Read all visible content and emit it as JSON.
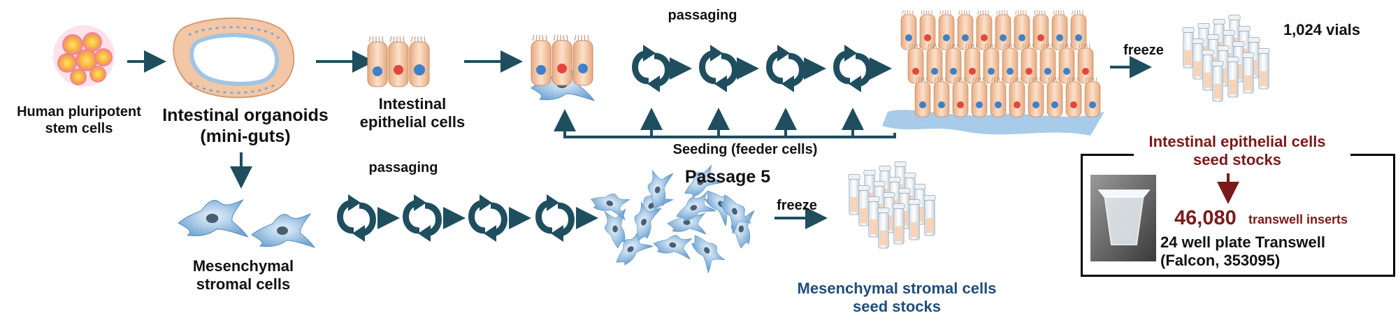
{
  "colors": {
    "arrow": "#1f4e5f",
    "ipsc": "#f4a6b6",
    "cell_body": "#f2c7a3",
    "nucleus_blue": "#3f80c9",
    "nucleus_red": "#e0483f",
    "msc": "#8ebadf",
    "epithelial_title": "#7b1a1a",
    "msc_title": "#1f4e79"
  },
  "labels": {
    "hpsc": "Human pluripotent\nstem cells",
    "organoids": "Intestinal organoids\n(mini-guts)",
    "iec": "Intestinal\nepithelial cells",
    "passaging_top": "passaging",
    "passaging_bottom": "passaging",
    "seeding": "Seeding (feeder cells)",
    "freeze_top": "freeze",
    "freeze_bottom": "freeze",
    "vials": "1,024 vials",
    "iec_stocks": "Intestinal epithelial cells\nseed stocks",
    "passage5": "Passage 5",
    "msc": "Mesenchymal\nstromal cells",
    "msc_stocks": "Mesenchymal stromal cells\nseed stocks",
    "inserts_count": "46,080",
    "inserts_unit": "transwell inserts",
    "plate": "24 well plate Transwell\n(Falcon, 353095)"
  },
  "icons": [
    "stem-cell-cluster-icon",
    "organoid-icon",
    "epithelial-cells-icon",
    "passaging-cycle-icon",
    "mesenchymal-cell-icon",
    "vial-rack-icon",
    "transwell-insert-icon"
  ]
}
